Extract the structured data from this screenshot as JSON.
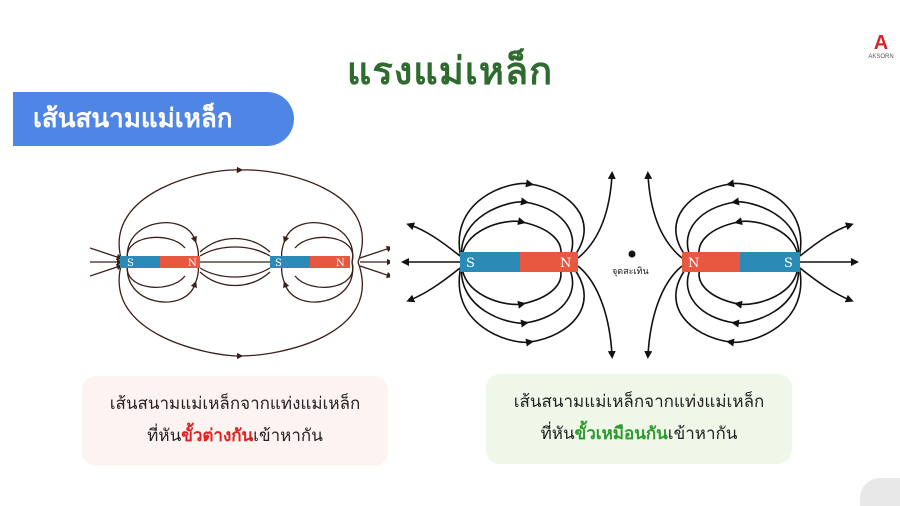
{
  "page": {
    "title": "แรงแม่เหล็ก",
    "logo_mark": "A",
    "logo_text": "AKSORN",
    "section_label": "เส้นสนามแม่เหล็ก"
  },
  "diagram_left": {
    "magnets": [
      {
        "left_pole": "S",
        "right_pole": "N"
      },
      {
        "left_pole": "S",
        "right_pole": "N"
      }
    ]
  },
  "diagram_right": {
    "magnets": [
      {
        "left_pole": "S",
        "right_pole": "N"
      },
      {
        "left_pole": "N",
        "right_pole": "S"
      }
    ],
    "neutral_point_label": "จุดสะเทิน"
  },
  "caption_left": {
    "line1": "เส้นสนามแม่เหล็กจากแท่งแม่เหล็ก",
    "line2_prefix": "ที่หัน",
    "line2_highlight": "ขั้วต่างกัน",
    "line2_suffix": "เข้าหากัน"
  },
  "caption_right": {
    "line1": "เส้นสนามแม่เหล็กจากแท่งแม่เหล็ก",
    "line2_prefix": "ที่หัน",
    "line2_highlight": "ขั้วเหมือนกัน",
    "line2_suffix": "เข้าหากัน"
  },
  "colors": {
    "pole_s": "#2b8ab6",
    "pole_n": "#e8573f",
    "field_line_left": "#3a2018",
    "field_line_right": "#111111",
    "title": "#2f6a2f",
    "tab": "#4f86e6"
  }
}
